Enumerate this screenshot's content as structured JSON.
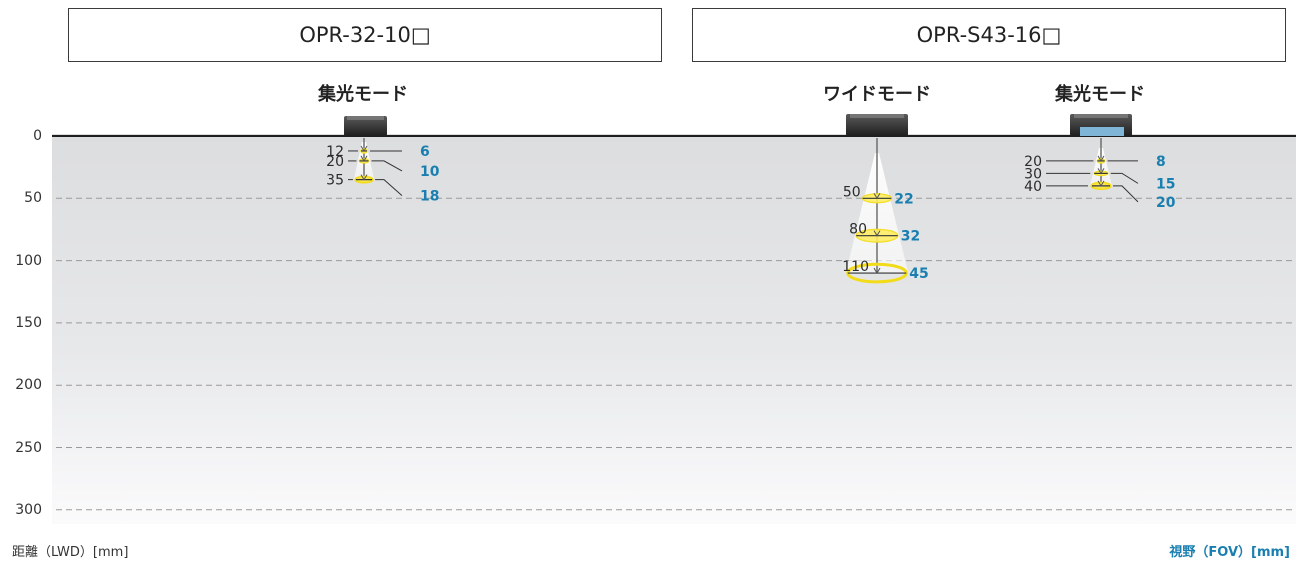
{
  "header": {
    "left_title": "OPR-32-10□",
    "right_title": "OPR-S43-16□"
  },
  "modes": {
    "a": "集光モード",
    "b": "ワイドモード",
    "c": "集光モード"
  },
  "axis": {
    "ticks": [
      "0",
      "50",
      "100",
      "150",
      "200",
      "250",
      "300"
    ],
    "left_caption": "距離（LWD）[mm]",
    "right_caption": "視野（FOV）[mm]"
  },
  "chart_data": {
    "type": "diagram",
    "units": "mm",
    "y_axis": {
      "label": "距離（LWD）[mm]",
      "range": [
        0,
        300
      ],
      "ticks": [
        0,
        50,
        100,
        150,
        200,
        250,
        300
      ],
      "grid": true
    },
    "fov_label": "視野（FOV）[mm]",
    "series": [
      {
        "name": "OPR-32-10□ 集光モード",
        "points": [
          {
            "distance": 12,
            "fov": 6
          },
          {
            "distance": 20,
            "fov": 10
          },
          {
            "distance": 35,
            "fov": 18
          }
        ]
      },
      {
        "name": "OPR-S43-16□ ワイドモード",
        "points": [
          {
            "distance": 50,
            "fov": 22
          },
          {
            "distance": 80,
            "fov": 32
          },
          {
            "distance": 110,
            "fov": 45
          }
        ]
      },
      {
        "name": "OPR-S43-16□ 集光モード",
        "points": [
          {
            "distance": 20,
            "fov": 8
          },
          {
            "distance": 30,
            "fov": 15
          },
          {
            "distance": 40,
            "fov": 20
          }
        ]
      }
    ]
  }
}
